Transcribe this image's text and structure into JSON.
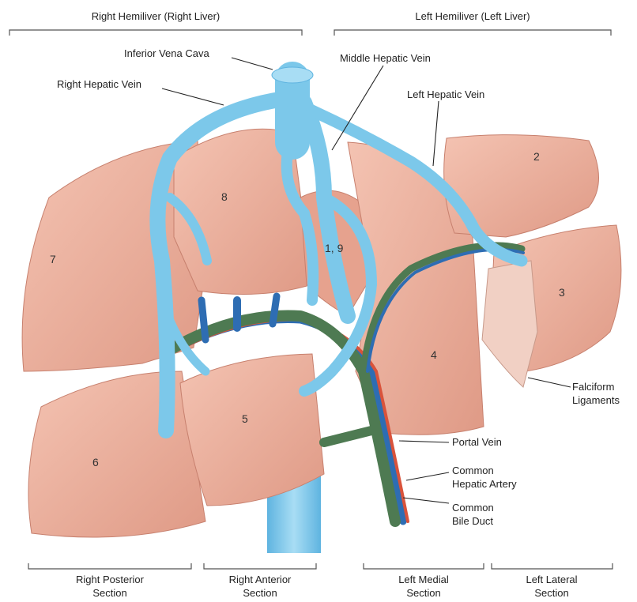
{
  "header": {
    "right_liver": "Right Hemiliver (Right Liver)",
    "left_liver": "Left Hemiliver (Left Liver)"
  },
  "vessels": {
    "ivc": "Inferior Vena Cava",
    "right_hepatic": "Right Hepatic Vein",
    "middle_hepatic": "Middle Hepatic Vein",
    "left_hepatic": "Left Hepatic Vein",
    "portal": "Portal Vein",
    "artery_1": "Common",
    "artery_2": "Hepatic Artery",
    "bile_1": "Common",
    "bile_2": "Bile Duct",
    "falciform_1": "Falciform",
    "falciform_2": "Ligaments"
  },
  "segments": [
    "1, 9",
    "2",
    "3",
    "4",
    "5",
    "6",
    "7",
    "8"
  ],
  "sections": {
    "right_posterior_1": "Right Posterior",
    "right_posterior_2": "Section",
    "right_anterior_1": "Right Anterior",
    "right_anterior_2": "Section",
    "left_medial_1": "Left Medial",
    "left_medial_2": "Section",
    "left_lateral_1": "Left Lateral",
    "left_lateral_2": "Section"
  },
  "colors": {
    "liver": "#eba895",
    "vein": "#7cc8ea",
    "portal": "#4e7a52",
    "artery": "#d9533b",
    "bile": "#2e6db3"
  }
}
